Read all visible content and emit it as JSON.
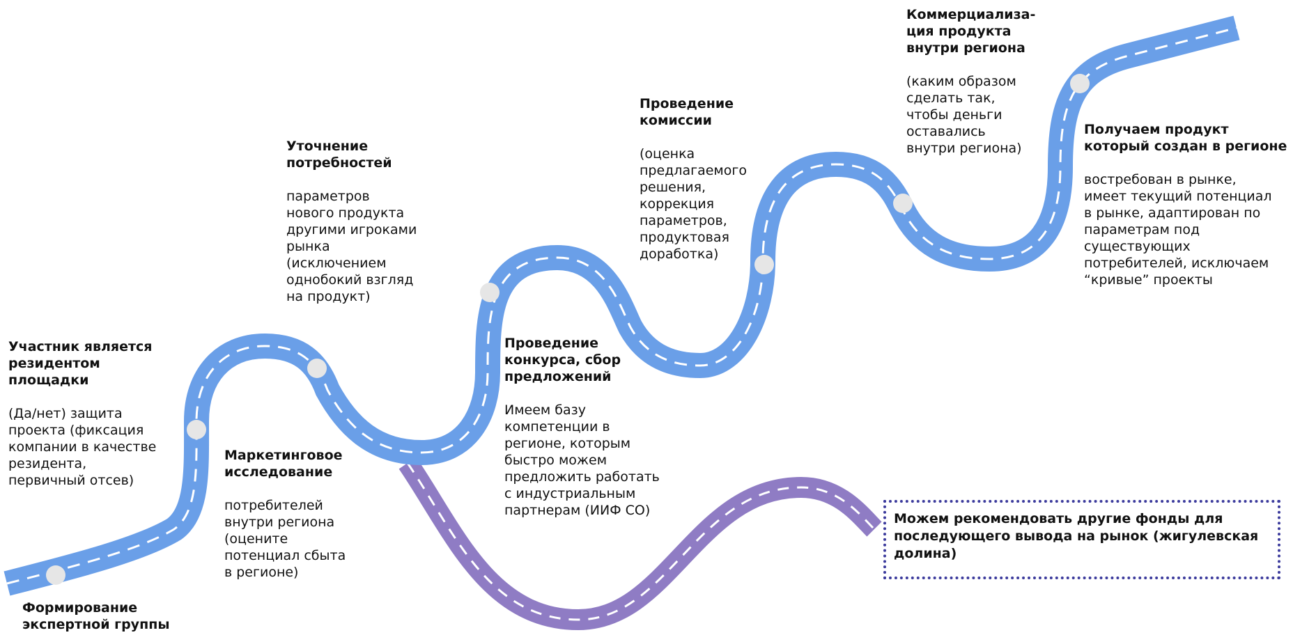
{
  "colors": {
    "road_main": "#6a9fe8",
    "road_branch": "#8f7cc4",
    "dash": "#ffffff",
    "milestone": "#e6e6e6",
    "box_border": "#3b3a9c"
  },
  "stages": [
    {
      "title": "Формирование\nэкспертной группы",
      "desc": ""
    },
    {
      "title": "Участник является\nрезидентом\nплощадки",
      "desc": "(Да/нет) защита\nпроекта (фиксация\nкомпании в качестве\nрезидента,\nпервичный отсев)"
    },
    {
      "title": "Маркетинговое\nисследование",
      "desc": "потребителей\nвнутри региона\n(оцените\nпотенциал сбыта\nв регионе)"
    },
    {
      "title": "Уточнение\nпотребностей",
      "desc": "параметров\nнового продукта\nдругими игроками\nрынка\n(исключением\nоднобокий взгляд\nна продукт)"
    },
    {
      "title": "Проведение\nконкурса, сбор\nпредложений",
      "desc": "Имеем базу\nкомпетенции в\nрегионе, которым\nбыстро можем\nпредложить работать\nс индустриальным\nпартнерам (ИИФ СО)"
    },
    {
      "title": "Проведение\nкомиссии",
      "desc": "(оценка\nпредлагаемого\nрешения,\nкоррекция\nпараметров,\nпродуктовая\nдоработка)"
    },
    {
      "title": "Коммерциализа-\nция продукта\nвнутри региона",
      "desc": "(каким образом\nсделать так,\nчтобы деньги\nоставались\nвнутри региона)"
    },
    {
      "title": "Получаем продукт\nкоторый создан в регионе",
      "desc": "востребован в рынке,\nимеет текущий потенциал\nв рынке, адаптирован по\nпараметрам под\nсуществующих\nпотребителей, исключаем\n“кривые” проекты"
    }
  ],
  "recommendation": "Можем рекомендовать другие фонды для\nпоследующего вывода на рынок (жигулевская\nдолина)"
}
